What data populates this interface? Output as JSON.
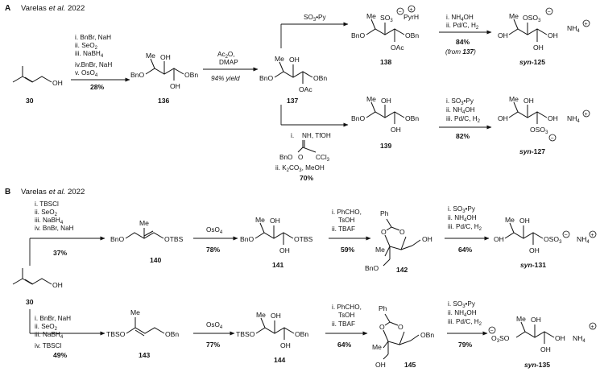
{
  "sections": [
    {
      "letter": "A",
      "title_prefix": "Varelas ",
      "title_italic": "et al.",
      "title_suffix": " 2022"
    },
    {
      "letter": "B",
      "title_prefix": "Varelas ",
      "title_italic": "et al.",
      "title_suffix": " 2022"
    }
  ],
  "compounds": {
    "c30a": "30",
    "c136": "136",
    "c137": "137",
    "c138": "138",
    "c139": "139",
    "c125_pre": "syn-",
    "c125": "125",
    "c127_pre": "syn-",
    "c127": "127",
    "c140": "140",
    "c141": "141",
    "c142": "142",
    "c131_pre": "syn-",
    "c131": "131",
    "c30b": "30",
    "c143": "143",
    "c144": "144",
    "c145": "145",
    "c135_pre": "syn-",
    "c135": "135"
  },
  "atoms": {
    "oh": "OH",
    "obn": "OBn",
    "bno": "BnO",
    "oac": "OAc",
    "me": "Me",
    "otbs": "OTBS",
    "tbso": "TBSO",
    "oso3": "OSO",
    "sub3": "3",
    "nh4": "NH",
    "sub4": "4",
    "plus": "+",
    "minus": "−",
    "ph": "Ph",
    "o": "O",
    "pyrh": "PyrH"
  },
  "conditions": {
    "a_step1": [
      "i. BnBr, NaH",
      "ii. SeO",
      "iii. NaBH",
      "iv.BnBr, NaH",
      "v. OsO"
    ],
    "a_step1_yield": "28%",
    "a_step2": [
      "Ac",
      "O,",
      "DMAP"
    ],
    "a_step2_yield": "94% yield",
    "a_top_reagent": "SO",
    "a_top_reagent_rest": "•Py",
    "a_top_cond": [
      "i. NH",
      "OH",
      "ii. Pd/C, H"
    ],
    "a_top_yield": "84%",
    "a_top_from": "(from ",
    "a_top_from_num": "137",
    "a_top_from_end": ")",
    "a_bot_cond_i": "i.",
    "a_bot_reagent_nh": "NH, TfOH",
    "a_bot_reagent_ccl": "CCl",
    "a_bot_cond_ii": "ii. K",
    "a_bot_cond_ii_rest": "CO",
    "a_bot_cond_ii_end": ", MeOH",
    "a_bot_yield": "70%",
    "a_last_cond": [
      "i. SO",
      "•Py",
      "ii. NH",
      "OH",
      "iii. Pd/C, H"
    ],
    "a_last_yield": "82%",
    "b_step1": [
      "i. TBSCl",
      "ii. SeO",
      "iii. NaBH",
      "iv. BnBr, NaH"
    ],
    "b_step1_yield": "37%",
    "b_step2": "OsO",
    "b_step2_yield": "78%",
    "b_step3": [
      "i. PhCHO,",
      "TsOH",
      "ii. TBAF"
    ],
    "b_step3_yield": "59%",
    "b_step4": [
      "i. SO",
      "•Py",
      "ii. NH",
      "OH",
      "iii. Pd/C, H"
    ],
    "b_step4_yield": "64%",
    "b_low1": [
      "i. BnBr, NaH",
      "ii. SeO",
      "iii. NaBH"
    ],
    "b_low1_iv": "iv. TBSCl",
    "b_low1_yield": "49%",
    "b_low2": "OsO",
    "b_low2_yield": "77%",
    "b_low3": [
      "i. PhCHO,",
      "TsOH",
      "ii. TBAF"
    ],
    "b_low3_yield": "64%",
    "b_low4": [
      "i. SO",
      "•Py",
      "ii. NH",
      "OH",
      "iii. Pd/C, H"
    ],
    "b_low4_yield": "79%",
    "sub2": "2",
    "sub3": "3",
    "sub4": "4"
  }
}
